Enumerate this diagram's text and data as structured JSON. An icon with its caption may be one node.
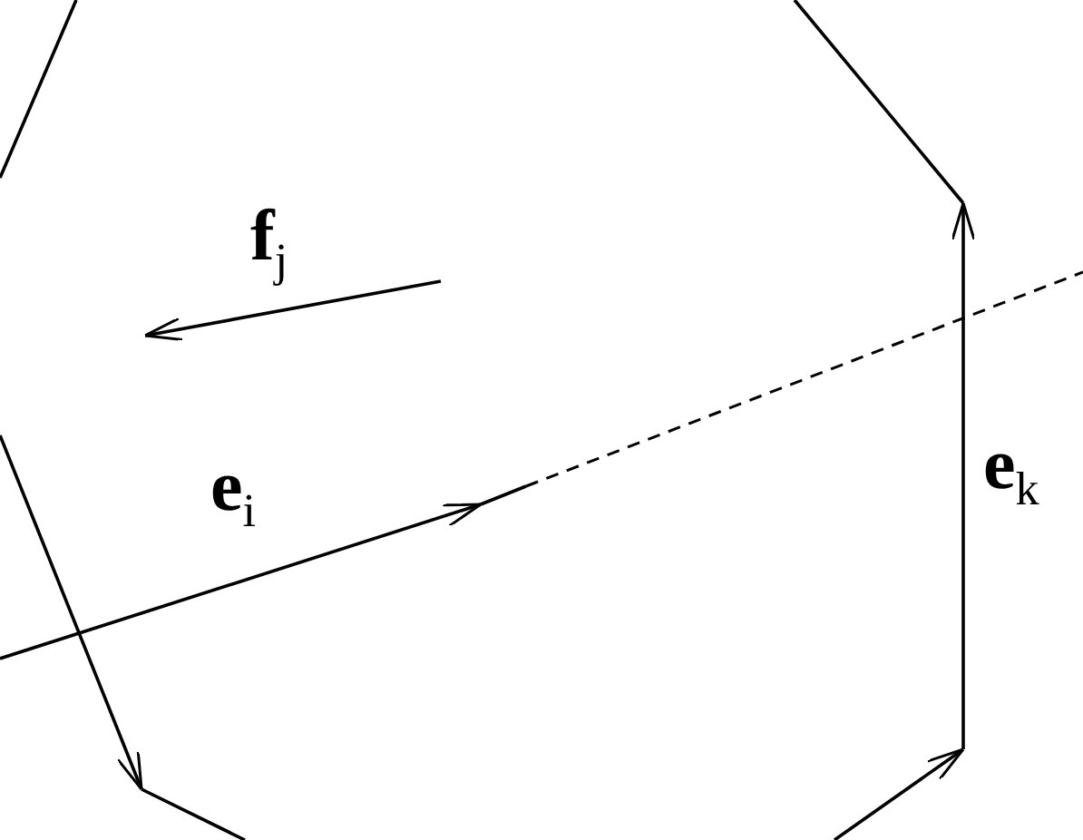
{
  "diagram": {
    "labels": [
      "**f**$_{j}$",
      "**e**$_{i}$",
      "**e**$_{k}$"
    ]
  }
}
